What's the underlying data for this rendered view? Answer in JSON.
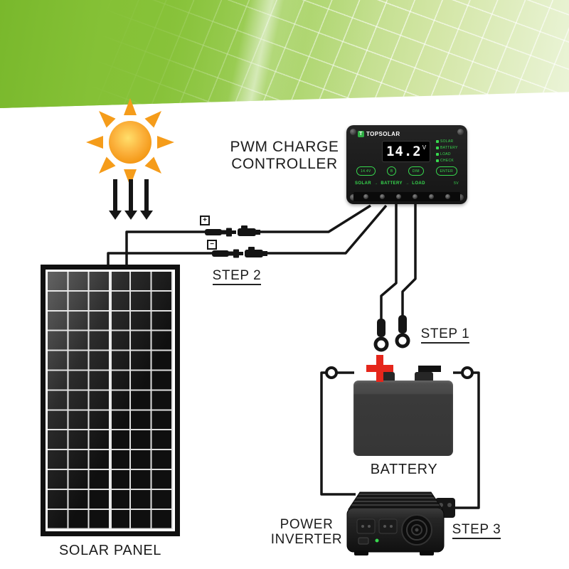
{
  "labels": {
    "controller_line1": "PWM CHARGE",
    "controller_line2": "CONTROLLER",
    "step1": "STEP 1",
    "step2": "STEP 2",
    "step3": "STEP 3",
    "solar_panel": "SOLAR PANEL",
    "battery": "BATTERY",
    "inverter_line1": "POWER",
    "inverter_line2": "INVERTER"
  },
  "controller": {
    "brand": "TOPSOLAR",
    "logo_letter": "T",
    "display_value": "14.2",
    "display_unit": "V",
    "indicators": [
      "SOLAR",
      "BATTERY",
      "LOAD",
      "CHECK"
    ],
    "buttons": [
      "14.4V",
      "B",
      "DIM",
      "ENTER"
    ],
    "terminals": [
      "SOLAR",
      "BATTERY",
      "LOAD"
    ],
    "usb_label": "5V"
  },
  "connector_badges": {
    "positive": "+",
    "negative": "−"
  },
  "icons": {
    "sun": "sun-icon",
    "down_arrow": "down-arrow-icon",
    "battery_plus": "plus-icon",
    "battery_minus": "minus-icon",
    "mc4_connector": "mc4-connector-icon",
    "battery_clamp": "battery-clamp-icon",
    "ring_terminal": "ring-terminal-icon",
    "fan": "fan-icon"
  },
  "colors": {
    "banner_green": "#8CC63E",
    "controller_accent": "#37D84E",
    "battery_plus_red": "#E5261B",
    "wire_black": "#151515"
  }
}
